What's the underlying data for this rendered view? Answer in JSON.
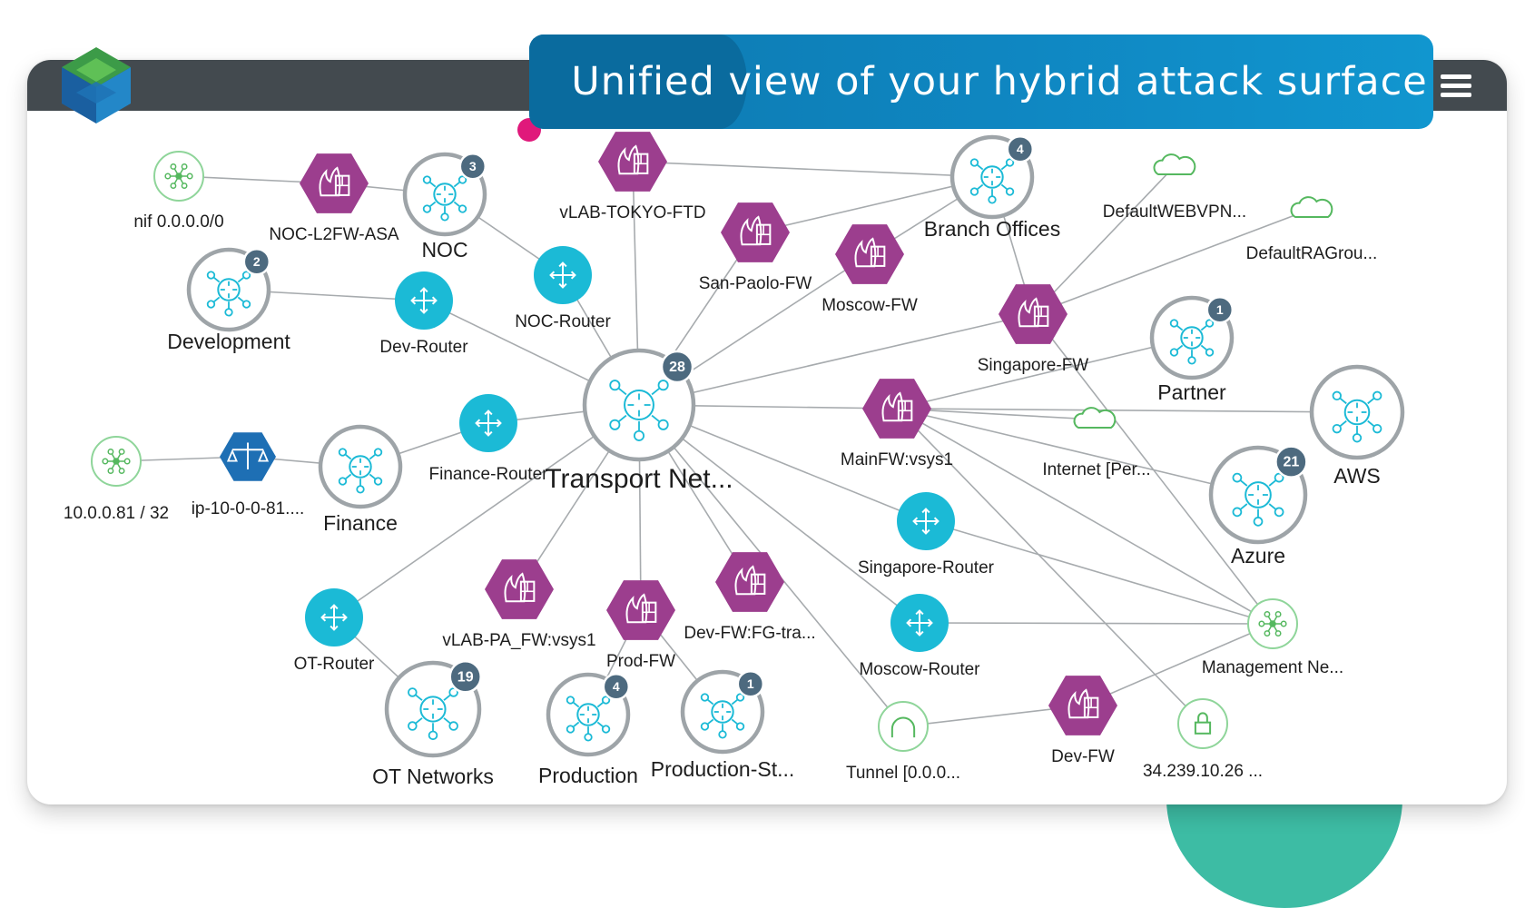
{
  "banner": {
    "title": "Unified view of your hybrid attack surface"
  },
  "colors": {
    "firewall": "#9c3e8e",
    "router": "#1bbad6",
    "group_ring": "#9ea4a8",
    "badge": "#4d6a7f",
    "green": "#55b85f",
    "teal": "#3dbca4"
  },
  "nodes": [
    {
      "id": "nif",
      "label": "nif 0.0.0.0/0",
      "kind": "net"
    },
    {
      "id": "noc_asa",
      "label": "NOC-L2FW-ASA",
      "kind": "fw"
    },
    {
      "id": "noc",
      "label": "NOC",
      "kind": "group",
      "badge": "3"
    },
    {
      "id": "noc_router",
      "label": "NOC-Router",
      "kind": "router"
    },
    {
      "id": "tokyo",
      "label": "vLAB-TOKYO-FTD",
      "kind": "fw"
    },
    {
      "id": "sanpaolo",
      "label": "San-Paolo-FW",
      "kind": "fw"
    },
    {
      "id": "moscow_fw",
      "label": "Moscow-FW",
      "kind": "fw"
    },
    {
      "id": "branch",
      "label": "Branch Offices",
      "kind": "group",
      "badge": "4"
    },
    {
      "id": "webvpn",
      "label": "DefaultWEBVPN...",
      "kind": "cloud"
    },
    {
      "id": "ragrou",
      "label": "DefaultRAGrou...",
      "kind": "cloud"
    },
    {
      "id": "dev",
      "label": "Development",
      "kind": "group",
      "badge": "2"
    },
    {
      "id": "dev_router",
      "label": "Dev-Router",
      "kind": "router"
    },
    {
      "id": "singapore_fw",
      "label": "Singapore-FW",
      "kind": "fw"
    },
    {
      "id": "partner",
      "label": "Partner",
      "kind": "group",
      "badge": "1"
    },
    {
      "id": "transport",
      "label": "Transport Net...",
      "kind": "group",
      "badge": "28"
    },
    {
      "id": "mainfw",
      "label": "MainFW:vsys1",
      "kind": "fw"
    },
    {
      "id": "aws",
      "label": "AWS",
      "kind": "group",
      "badge": ""
    },
    {
      "id": "host10",
      "label": "10.0.0.81 / 32",
      "kind": "net"
    },
    {
      "id": "ip10",
      "label": "ip-10-0-0-81....",
      "kind": "lb"
    },
    {
      "id": "finance",
      "label": "Finance",
      "kind": "group",
      "badge": ""
    },
    {
      "id": "finance_router",
      "label": "Finance-Router",
      "kind": "router"
    },
    {
      "id": "internet",
      "label": "Internet [Per...",
      "kind": "cloud"
    },
    {
      "id": "azure",
      "label": "Azure",
      "kind": "group",
      "badge": "21"
    },
    {
      "id": "singapore_router",
      "label": "Singapore-Router",
      "kind": "router"
    },
    {
      "id": "ot_router",
      "label": "OT-Router",
      "kind": "router"
    },
    {
      "id": "vlab_pa",
      "label": "vLAB-PA_FW:vsys1",
      "kind": "fw"
    },
    {
      "id": "prod_fw",
      "label": "Prod-FW",
      "kind": "fw"
    },
    {
      "id": "dev_fg",
      "label": "Dev-FW:FG-tra...",
      "kind": "fw"
    },
    {
      "id": "moscow_router",
      "label": "Moscow-Router",
      "kind": "router"
    },
    {
      "id": "mgmt",
      "label": "Management Ne...",
      "kind": "net"
    },
    {
      "id": "ot",
      "label": "OT Networks",
      "kind": "group",
      "badge": "19"
    },
    {
      "id": "production",
      "label": "Production",
      "kind": "group",
      "badge": "4"
    },
    {
      "id": "production_st",
      "label": "Production-St...",
      "kind": "group",
      "badge": "1"
    },
    {
      "id": "tunnel",
      "label": "Tunnel [0.0.0...",
      "kind": "tunnel"
    },
    {
      "id": "dev_fw",
      "label": "Dev-FW",
      "kind": "fw"
    },
    {
      "id": "ip34",
      "label": "34.239.10.26 ...",
      "kind": "lock"
    }
  ],
  "edges": [
    [
      "nif",
      "noc_asa"
    ],
    [
      "noc_asa",
      "noc"
    ],
    [
      "noc",
      "noc_router"
    ],
    [
      "noc_router",
      "transport"
    ],
    [
      "dev",
      "dev_router"
    ],
    [
      "dev_router",
      "transport"
    ],
    [
      "tokyo",
      "transport"
    ],
    [
      "tokyo",
      "branch"
    ],
    [
      "sanpaolo",
      "transport"
    ],
    [
      "sanpaolo",
      "branch"
    ],
    [
      "moscow_fw",
      "transport"
    ],
    [
      "moscow_fw",
      "branch"
    ],
    [
      "branch",
      "singapore_fw"
    ],
    [
      "singapore_fw",
      "webvpn"
    ],
    [
      "singapore_fw",
      "ragrou"
    ],
    [
      "singapore_fw",
      "transport"
    ],
    [
      "singapore_fw",
      "mgmt"
    ],
    [
      "transport",
      "mainfw"
    ],
    [
      "mainfw",
      "partner"
    ],
    [
      "mainfw",
      "aws"
    ],
    [
      "mainfw",
      "internet"
    ],
    [
      "mainfw",
      "azure"
    ],
    [
      "mainfw",
      "mgmt"
    ],
    [
      "mainfw",
      "ip34"
    ],
    [
      "transport",
      "finance_router"
    ],
    [
      "finance_router",
      "finance"
    ],
    [
      "finance",
      "ip10"
    ],
    [
      "ip10",
      "host10"
    ],
    [
      "transport",
      "ot_router"
    ],
    [
      "ot_router",
      "ot"
    ],
    [
      "transport",
      "vlab_pa"
    ],
    [
      "transport",
      "prod_fw"
    ],
    [
      "prod_fw",
      "production"
    ],
    [
      "prod_fw",
      "production_st"
    ],
    [
      "transport",
      "dev_fg"
    ],
    [
      "transport",
      "singapore_router"
    ],
    [
      "singapore_router",
      "mgmt"
    ],
    [
      "transport",
      "moscow_router"
    ],
    [
      "moscow_router",
      "mgmt"
    ],
    [
      "transport",
      "tunnel"
    ],
    [
      "tunnel",
      "dev_fw"
    ],
    [
      "dev_fw",
      "mgmt"
    ]
  ]
}
